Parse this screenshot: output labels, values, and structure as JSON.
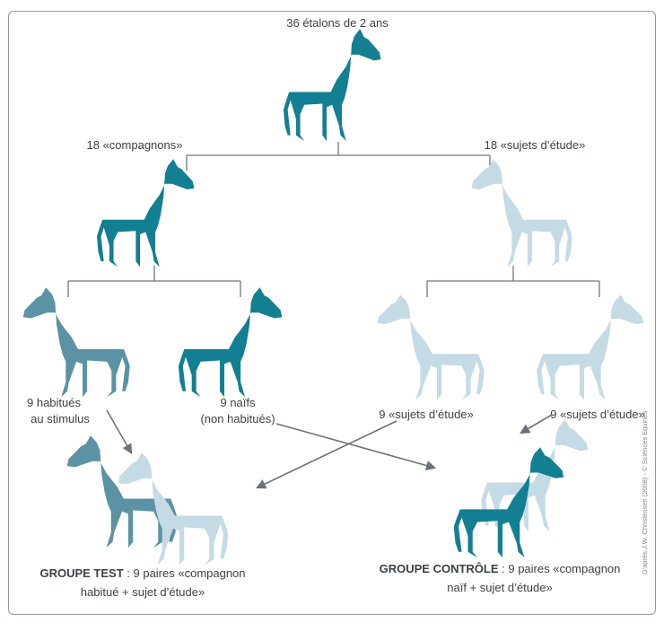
{
  "labels": {
    "top": "36 étalons de 2 ans",
    "left_group": "18 «compagnons»",
    "right_group": "18 «sujets d’étude»",
    "habitues_line1": "9 habitués",
    "habitues_line2": "au stimulus",
    "naifs_line1": "9 naïfs",
    "naifs_line2": "(non habitués)",
    "sujets_a": "9 «sujets d’étude»",
    "sujets_b": "9 «sujets d’étude»",
    "test_bold": "GROUPE TEST",
    "test_rest": " : 9 paires «compagnon",
    "test_line2": "habitué + sujet d’étude»",
    "ctrl_bold": "GROUPE CONTRÔLE",
    "ctrl_rest": " : 9 paires «compagnon",
    "ctrl_line2": "naïf + sujet d’étude»"
  },
  "credit": "D’après J.W. Christensen (2008) - © Sciences Equines",
  "colors": {
    "teal_dark": "#137f92",
    "teal_muted": "#5b93a4",
    "light_blue": "#c4dbe6",
    "line": "#6d7880",
    "frame": "#8f9aa1"
  },
  "icons": {
    "horse": "horse-silhouette-icon"
  }
}
